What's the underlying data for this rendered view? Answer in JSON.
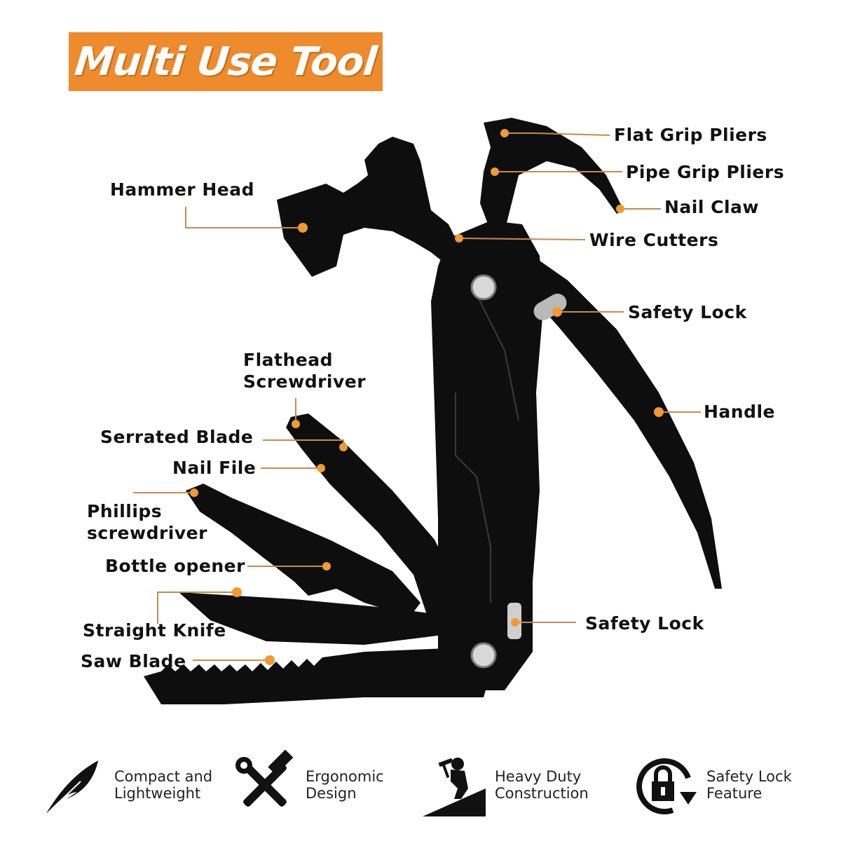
{
  "title": "Multi Use Tool",
  "colors": {
    "accent": "#ee8b2c",
    "tool": "#0e0e0e",
    "leader": "#c98a4a",
    "dot": "#f09a30",
    "text": "#111111"
  },
  "labels": {
    "flat_grip_pliers": "Flat Grip Pliers",
    "pipe_grip_pliers": "Pipe Grip Pliers",
    "nail_claw": "Nail Claw",
    "wire_cutters": "Wire Cutters",
    "hammer_head": "Hammer Head",
    "safety_lock_top": "Safety Lock",
    "handle": "Handle",
    "flathead_screwdriver": "Flathead\nScrewdriver",
    "serrated_blade": "Serrated Blade",
    "nail_file": "Nail File",
    "phillips_screwdriver": "Phillips\nscrewdriver",
    "bottle_opener": "Bottle opener",
    "straight_knife": "Straight Knife",
    "saw_blade": "Saw Blade",
    "safety_lock_bottom": "Safety Lock"
  },
  "features": [
    {
      "icon": "feather-icon",
      "text": "Compact and\nLightweight"
    },
    {
      "icon": "hammer-wrench-icon",
      "text": "Ergonomic\nDesign"
    },
    {
      "icon": "worker-hammering-icon",
      "text": "Heavy Duty\nConstruction"
    },
    {
      "icon": "lock-rotate-icon",
      "text": "Safety Lock\nFeature"
    }
  ]
}
